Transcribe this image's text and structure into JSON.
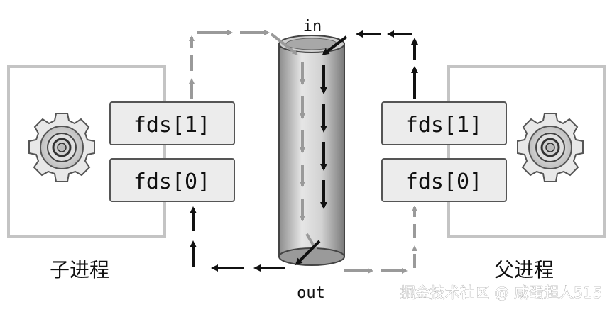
{
  "pipe": {
    "in_label": "in",
    "out_label": "out"
  },
  "child": {
    "caption": "子进程",
    "fd_write": "fds[1]",
    "fd_read": "fds[0]"
  },
  "parent": {
    "caption": "父进程",
    "fd_write": "fds[1]",
    "fd_read": "fds[0]"
  },
  "watermark": "掘金技术社区 @ 咸蛋超人515",
  "colors": {
    "gray_arrow": "#9a9a9a",
    "black_arrow": "#111111",
    "box_fill": "#ececec",
    "box_border": "#555555",
    "frame": "#bdbdbd",
    "pipe_light": "#e6e6e6",
    "pipe_dark": "#8c8c8c"
  }
}
